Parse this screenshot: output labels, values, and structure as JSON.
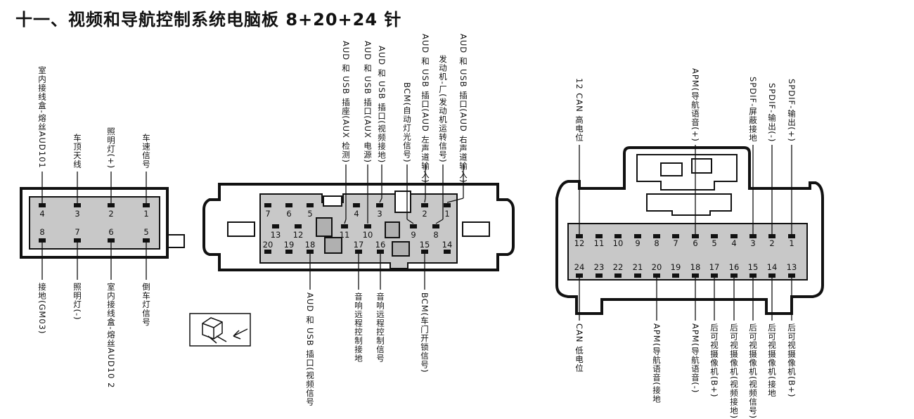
{
  "title": "十一、视频和导航控制系统电脑板 8+20+24 针",
  "connector_8": {
    "pins_top": [
      "4",
      "3",
      "2",
      "1"
    ],
    "pins_bottom": [
      "8",
      "7",
      "6",
      "5"
    ],
    "labels_top": [
      "室内接线盒-熔丝AUD101",
      "车顶天线",
      "照明灯(+)",
      "车速信号"
    ],
    "labels_bottom": [
      "接地(GM03)",
      "照明灯(-)",
      "室内接线盒-熔丝AUD10 2",
      "倒车灯信号"
    ]
  },
  "connector_20": {
    "pins_row1": [
      "7",
      "6",
      "5",
      "4",
      "3",
      "2",
      "1"
    ],
    "pins_row2": [
      "13",
      "12",
      "11",
      "10",
      "9",
      "8"
    ],
    "pins_row3": [
      "20",
      "19",
      "18",
      "17",
      "16",
      "15",
      "14"
    ],
    "labels_top": [
      {
        "pin": "11",
        "text": "AUD 和 USB 插座(AUX 检测)"
      },
      {
        "pin": "10",
        "text": "AUD 和 USB 插口(AUX 电源)"
      },
      {
        "pin": "3",
        "text": "AUD 和 USB 插口(视频接地)"
      },
      {
        "pin": "9",
        "text": "BCM(自动灯光信号)"
      },
      {
        "pin": "2",
        "text": "AUD 和 USB 插口(AUD 左声道输入)"
      },
      {
        "pin": "8",
        "text": "发动机-厂(发动机运转信号)"
      },
      {
        "pin": "1",
        "text": "AUD 和 USB 插口(AUD 右声道输入)"
      }
    ],
    "labels_bottom": [
      {
        "pin": "18",
        "text": "AUD 和 USB 插口(视频信号"
      },
      {
        "pin": "17",
        "text": "音响远程控制接地"
      },
      {
        "pin": "16",
        "text": "音响远程控制信号"
      },
      {
        "pin": "15",
        "text": "BCM(车门开锁信号)"
      }
    ]
  },
  "connector_24": {
    "pins_row1": [
      "12",
      "11",
      "10",
      "9",
      "8",
      "7",
      "6",
      "5",
      "4",
      "3",
      "2",
      "1"
    ],
    "pins_row2": [
      "24",
      "23",
      "22",
      "21",
      "20",
      "19",
      "18",
      "17",
      "16",
      "15",
      "14",
      "13"
    ],
    "labels_top": [
      {
        "pin": "12",
        "text": "12 CAN 高电位"
      },
      {
        "pin": "6",
        "text": "APM(导航语音(+)"
      },
      {
        "pin": "3",
        "text": "SPDIF-屏蔽接地"
      },
      {
        "pin": "2",
        "text": "SPDIF-输出(-)"
      },
      {
        "pin": "1",
        "text": "SPDIF-输出(+)"
      }
    ],
    "labels_bottom": [
      {
        "pin": "24",
        "text": "CAN 低电位"
      },
      {
        "pin": "20",
        "text": "APM(导航语音(接地"
      },
      {
        "pin": "18",
        "text": "APM(导航语音(-)"
      },
      {
        "pin": "17",
        "text": "后可视摄像机(B+)"
      },
      {
        "pin": "16",
        "text": "后可视摄像机(视频接地)"
      },
      {
        "pin": "15",
        "text": "后可视摄像机(视频信号)"
      },
      {
        "pin": "14",
        "text": "后可视摄像机(接地"
      },
      {
        "pin": "13",
        "text": "后可视摄像机(B+)"
      }
    ]
  },
  "colors": {
    "line": "#111111",
    "fill": "#c8c8c8",
    "bg": "#ffffff"
  }
}
